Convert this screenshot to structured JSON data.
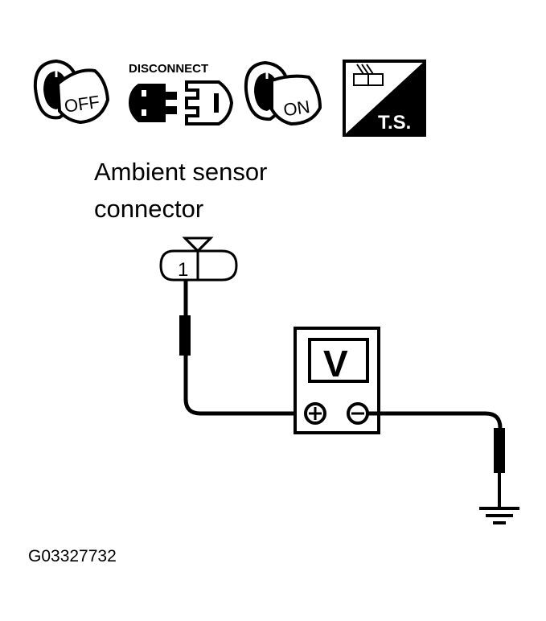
{
  "icons": {
    "key_off_label": "OFF",
    "disconnect_label": "DISCONNECT",
    "key_on_label": "ON",
    "ts_label": "T.S."
  },
  "connector": {
    "title_line1": "Ambient sensor",
    "title_line2": "connector",
    "terminal": "1"
  },
  "meter": {
    "label": "V",
    "positive_symbol": "+",
    "negative_symbol": "−"
  },
  "figure_id": "G03327732",
  "colors": {
    "ink": "#000000",
    "paper": "#ffffff"
  }
}
